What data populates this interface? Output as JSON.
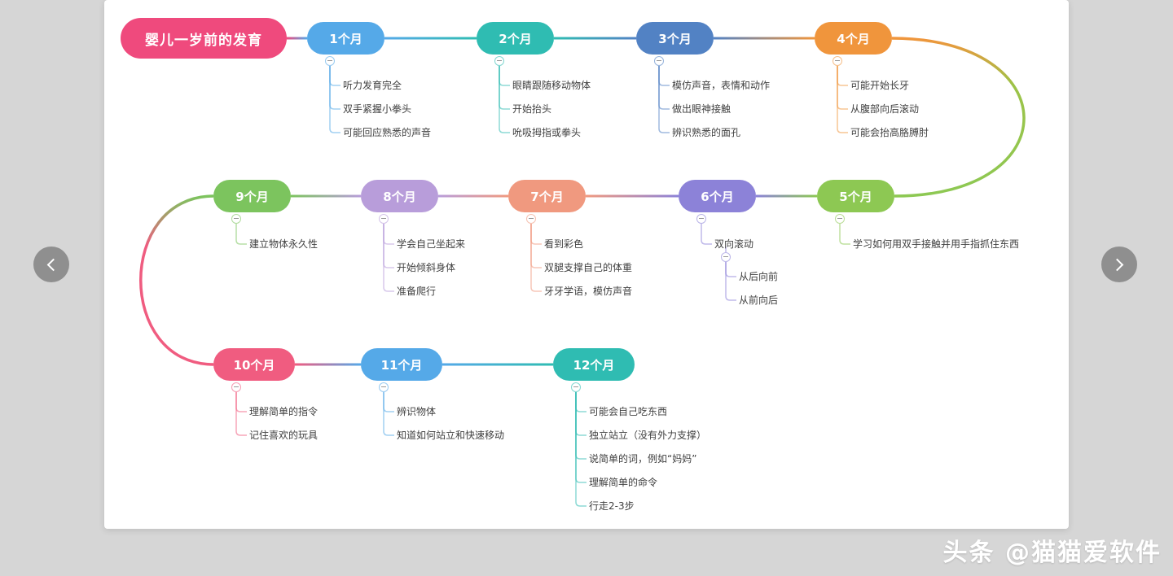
{
  "root": {
    "label": "婴儿一岁前的发育",
    "color": "#ef4a7d"
  },
  "nodes": [
    {
      "label": "1个月",
      "color": "#55a9e8",
      "items": [
        {
          "label": "听力发育完全"
        },
        {
          "label": "双手紧握小拳头"
        },
        {
          "label": "可能回应熟悉的声音"
        }
      ]
    },
    {
      "label": "2个月",
      "color": "#2fbcb2",
      "items": [
        {
          "label": "眼睛跟随移动物体"
        },
        {
          "label": "开始抬头"
        },
        {
          "label": "吮吸拇指或拳头"
        }
      ]
    },
    {
      "label": "3个月",
      "color": "#5282c4",
      "items": [
        {
          "label": "模仿声音，表情和动作"
        },
        {
          "label": "做出眼神接触"
        },
        {
          "label": "辨识熟悉的面孔"
        }
      ]
    },
    {
      "label": "4个月",
      "color": "#f0953c",
      "items": [
        {
          "label": "可能开始长牙"
        },
        {
          "label": "从腹部向后滚动"
        },
        {
          "label": "可能会抬高胳膊肘"
        }
      ]
    },
    {
      "label": "5个月",
      "color": "#8dc853",
      "items": [
        {
          "label": "学习如何用双手接触并用手指抓住东西"
        }
      ]
    },
    {
      "label": "6个月",
      "color": "#8c82d8",
      "items": [
        {
          "label": "双向滚动",
          "children": [
            {
              "label": "从后向前"
            },
            {
              "label": "从前向后"
            }
          ]
        }
      ]
    },
    {
      "label": "7个月",
      "color": "#f0997f",
      "items": [
        {
          "label": "看到彩色"
        },
        {
          "label": "双腿支撑自己的体重"
        },
        {
          "label": "牙牙学语，模仿声音"
        }
      ]
    },
    {
      "label": "8个月",
      "color": "#b89dda",
      "items": [
        {
          "label": "学会自己坐起来"
        },
        {
          "label": "开始倾斜身体"
        },
        {
          "label": "准备爬行"
        }
      ]
    },
    {
      "label": "9个月",
      "color": "#7cc45e",
      "items": [
        {
          "label": "建立物体永久性"
        }
      ]
    },
    {
      "label": "10个月",
      "color": "#f05c80",
      "items": [
        {
          "label": "理解简单的指令"
        },
        {
          "label": "记住喜欢的玩具"
        }
      ]
    },
    {
      "label": "11个月",
      "color": "#55a9e8",
      "items": [
        {
          "label": "辨识物体"
        },
        {
          "label": "知道如何站立和快速移动"
        }
      ]
    },
    {
      "label": "12个月",
      "color": "#2fbcb2",
      "items": [
        {
          "label": "可能会自己吃东西"
        },
        {
          "label": "独立站立（没有外力支撑）"
        },
        {
          "label": "说简单的词，例如“妈妈”"
        },
        {
          "label": "理解简单的命令"
        },
        {
          "label": "行走2-3步"
        }
      ]
    }
  ],
  "icons": {
    "prev": "chevron-left",
    "next": "chevron-right",
    "collapse": "minus"
  },
  "watermark": {
    "text": "头条 @猫猫爱软件"
  }
}
